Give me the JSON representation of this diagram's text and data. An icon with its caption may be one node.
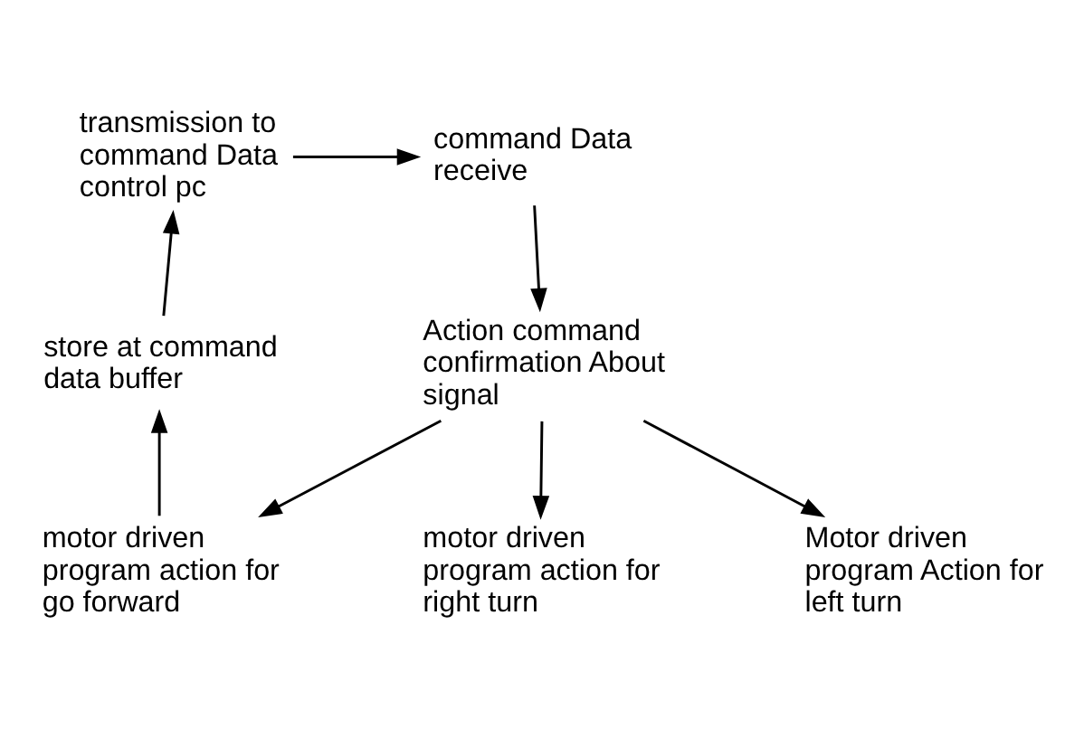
{
  "diagram": {
    "nodes": [
      {
        "text": [
          "command Data receive"
        ]
      },
      {
        "text": [
          "transmission to command Data control pc"
        ]
      },
      {
        "text": [
          "Action command confirmation About signal"
        ]
      },
      {
        "text": [
          "store at command data buffer"
        ]
      },
      {
        "text": [
          "Motor driven program Action for left turn"
        ]
      },
      {
        "text": [
          "motor driven program action for go forward"
        ]
      },
      {
        "text": [
          "motor driven program action for right turn"
        ]
      }
    ],
    "edges": [
      {
        "from": 1,
        "to": 0,
        "arrow": "to"
      },
      {
        "from": 0,
        "to": 2,
        "arrow": "to"
      },
      {
        "from": 2,
        "to": 4,
        "arrow": "to"
      },
      {
        "from": 2,
        "to": 5,
        "arrow": "to"
      },
      {
        "from": 2,
        "to": 6,
        "arrow": "to"
      },
      {
        "from": 5,
        "to": 3,
        "arrow": "to"
      },
      {
        "from": 3,
        "to": 1,
        "arrow": "to"
      }
    ]
  }
}
